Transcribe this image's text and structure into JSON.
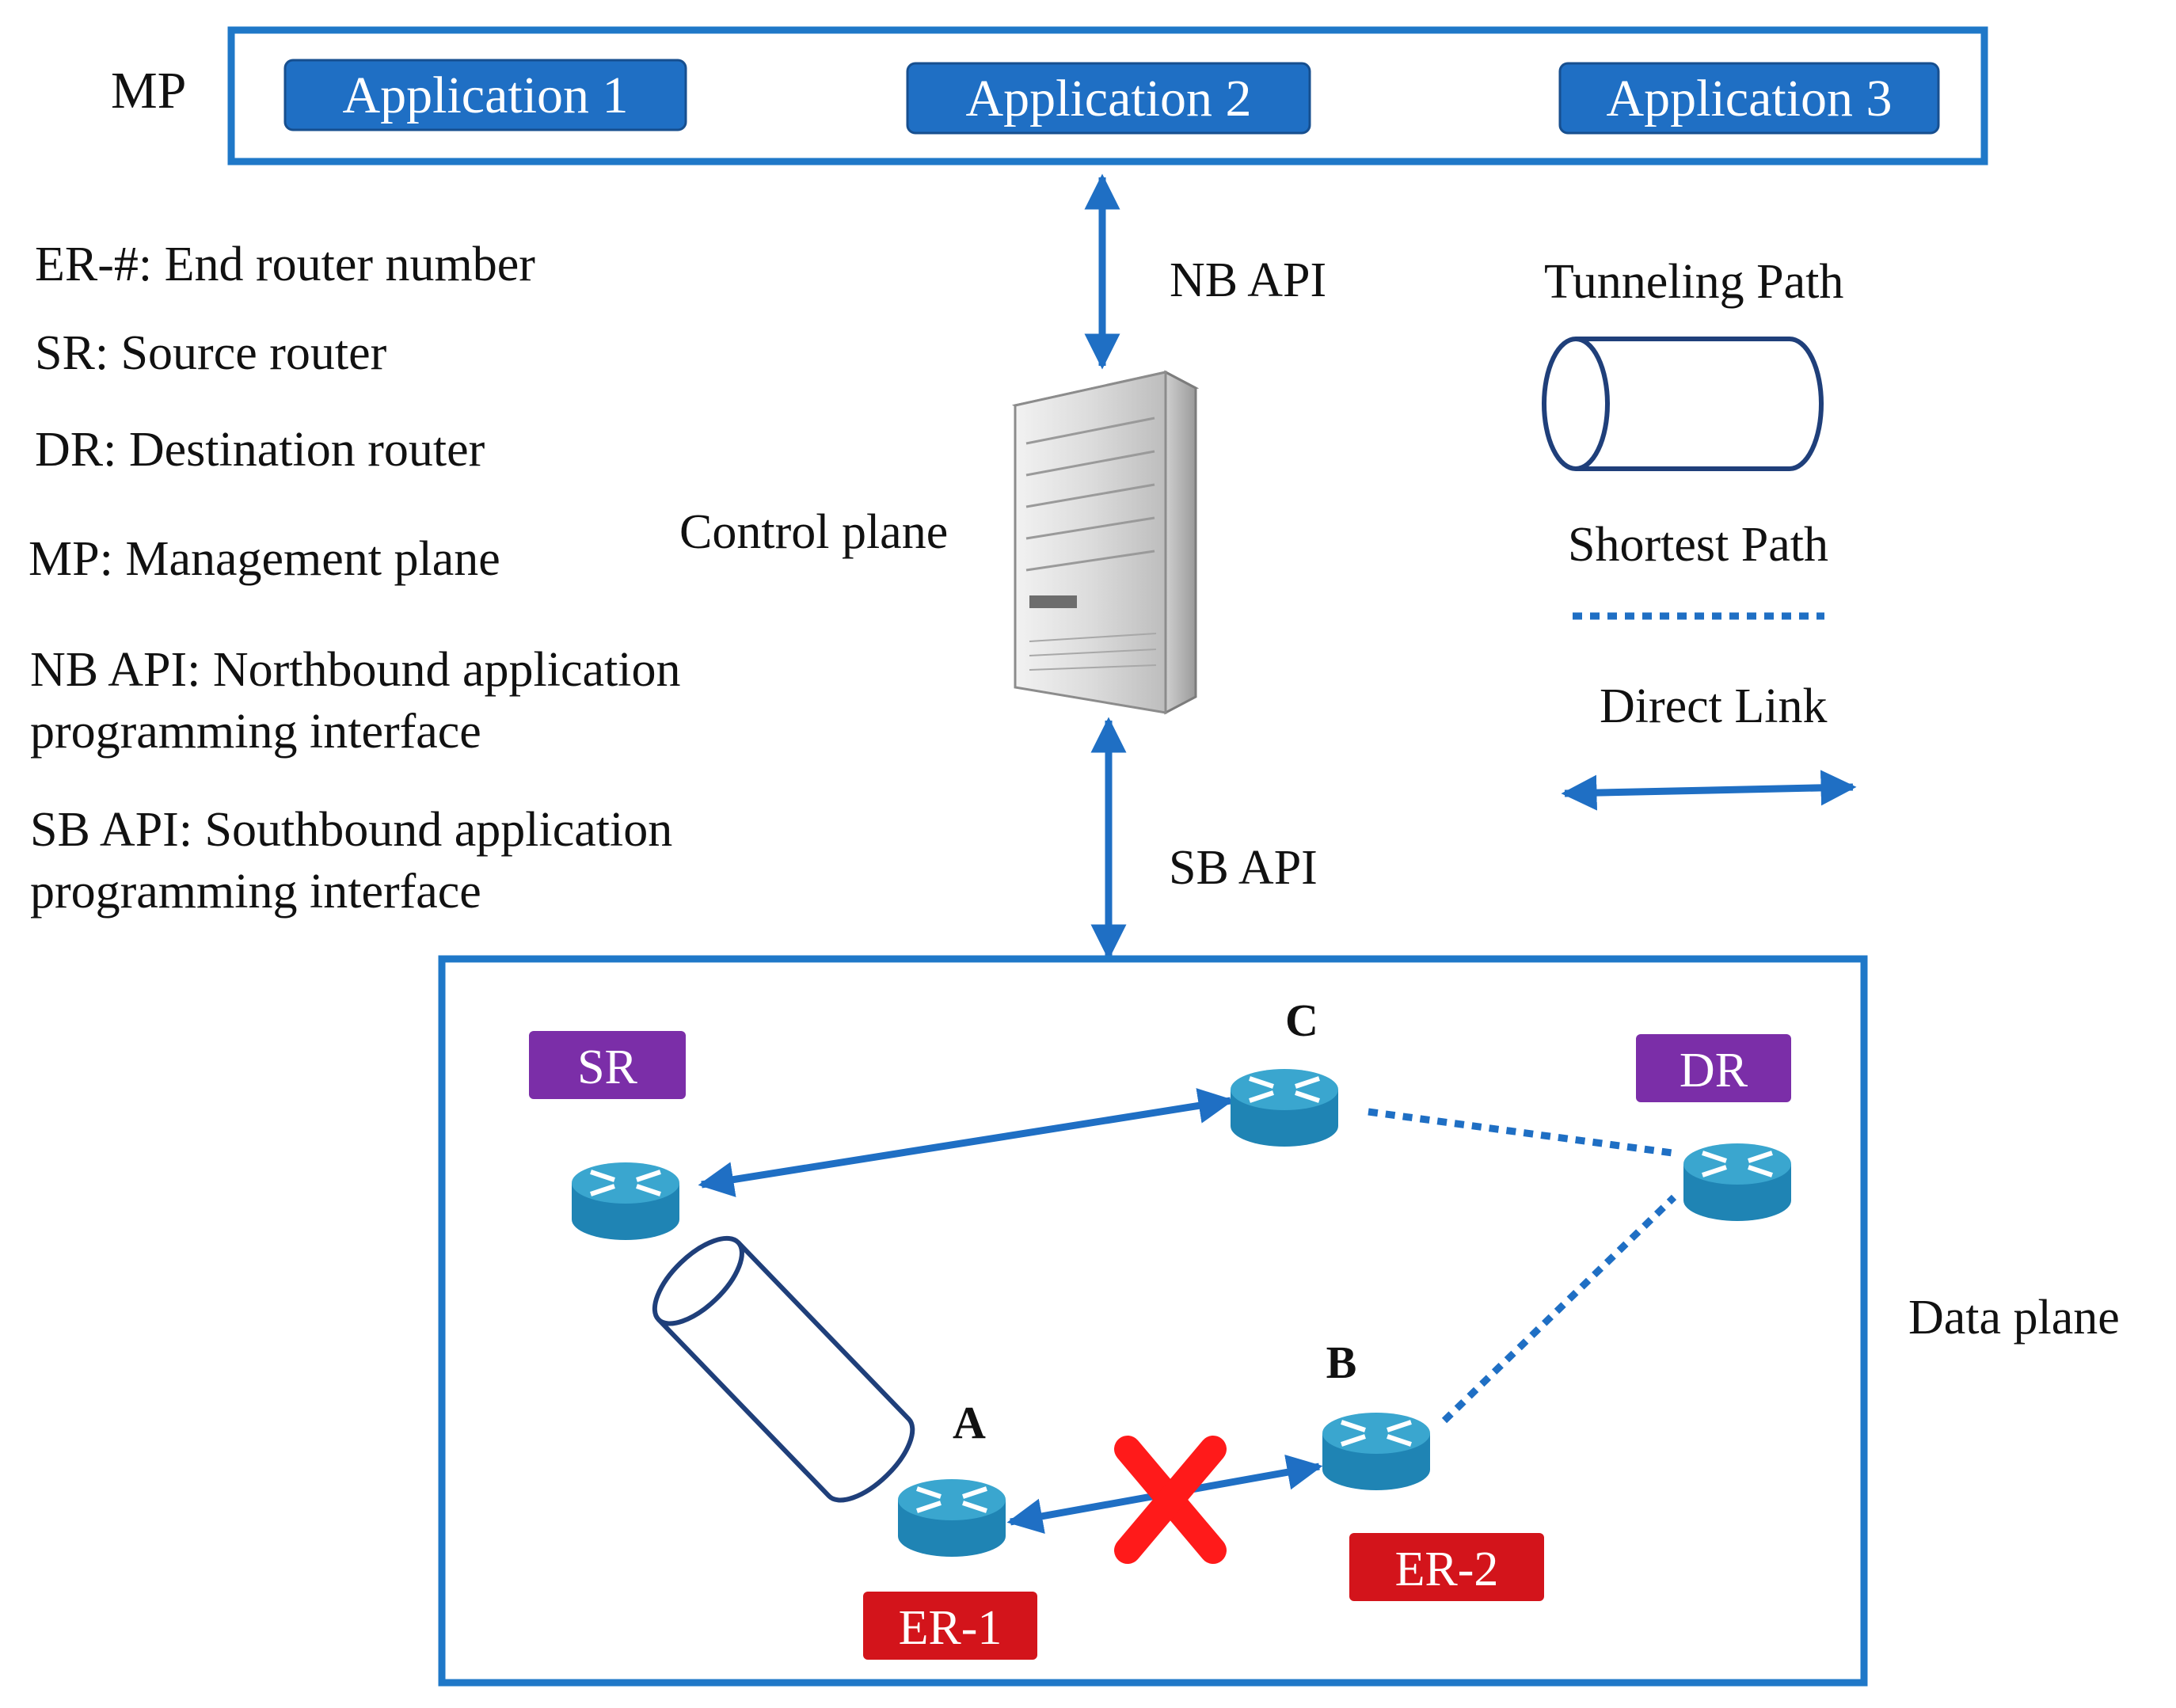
{
  "colors": {
    "frame_blue": "#1f78c8",
    "app_blue": "#1f6fc4",
    "arrow_blue": "#1f6fc4",
    "tunnel_navy": "#1f3f7a",
    "router_top": "#3aa6cf",
    "router_side": "#1f84b4",
    "sr_dr_purple": "#7b2ea8",
    "er_red": "#d3141b",
    "failure_red": "#ff1a1a"
  },
  "management_plane": {
    "label": "MP",
    "applications": [
      "Application 1",
      "Application 2",
      "Application 3"
    ]
  },
  "interfaces": {
    "northbound": "NB API",
    "southbound": "SB API",
    "control_plane": "Control plane",
    "data_plane": "Data plane"
  },
  "glossary": [
    {
      "lines": [
        "ER-#: End router number"
      ]
    },
    {
      "lines": [
        "SR: Source router"
      ]
    },
    {
      "lines": [
        "DR: Destination router"
      ]
    },
    {
      "lines": [
        "MP: Management plane"
      ]
    },
    {
      "lines": [
        "NB API: Northbound application",
        "programming interface"
      ]
    },
    {
      "lines": [
        "SB API: Southbound application",
        "programming interface"
      ]
    }
  ],
  "legend": {
    "tunneling": "Tunneling Path",
    "shortest": "Shortest Path",
    "direct": "Direct Link"
  },
  "network": {
    "tags": {
      "sr": "SR",
      "dr": "DR",
      "er1": "ER-1",
      "er2": "ER-2"
    },
    "node_labels": {
      "a": "A",
      "b": "B",
      "c": "C"
    }
  }
}
